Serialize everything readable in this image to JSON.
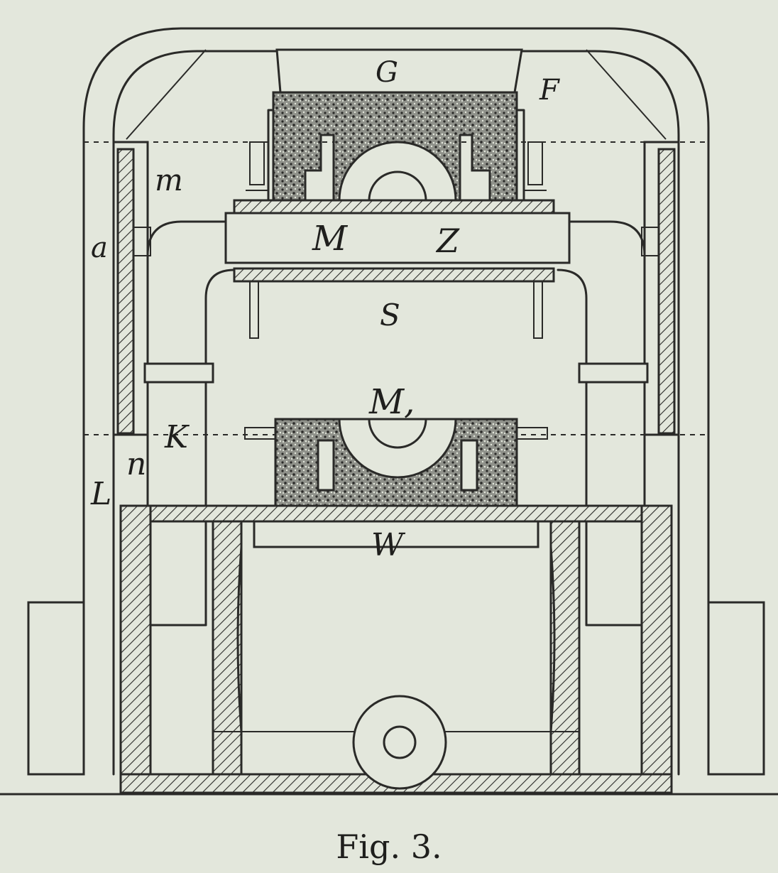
{
  "figure": {
    "caption": "Fig. 3.",
    "labels": {
      "G": "G",
      "F": "F",
      "m": "m",
      "a": "a",
      "M": "M",
      "Z": "Z",
      "S": "S",
      "M1": "M,",
      "K": "K",
      "n": "n",
      "L": "L",
      "W": "W"
    }
  },
  "colors": {
    "paper": "#e3e7dc",
    "ink": "#2a2a28"
  }
}
